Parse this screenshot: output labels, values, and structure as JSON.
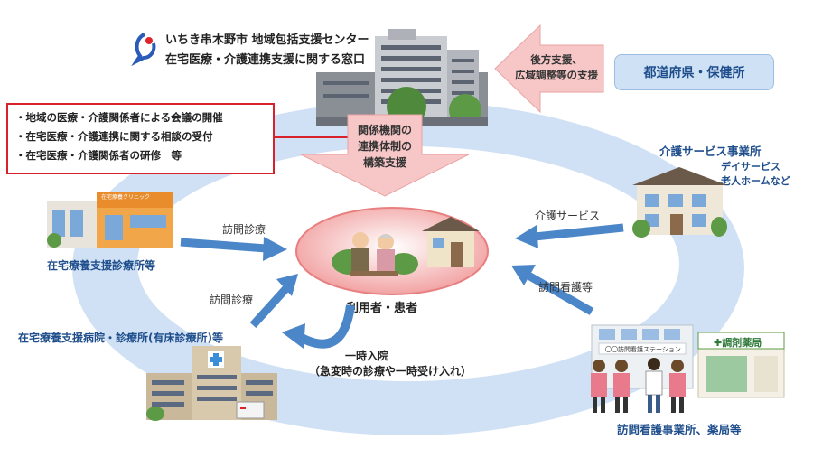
{
  "center": {
    "name_line1": "いちき串木野市 地域包括支援センター",
    "name_line2": "在宅医療・介護連携支援に関する窓口"
  },
  "duties": [
    "・地域の医療・介護関係者による会議の開催",
    "・在宅医療・介護連携に関する相談の受付",
    "・在宅医療・介護関係者の研修　等"
  ],
  "coordination": {
    "line1": "関係機関の",
    "line2": "連携体制の",
    "line3": "構築支援"
  },
  "backup_support": {
    "line1": "後方支援、",
    "line2": "広域調整等の支援"
  },
  "prefecture": "都道府県・保健所",
  "care_service_provider": {
    "title": "介護サービス事業所",
    "sub1": "デイサービス",
    "sub2": "老人ホームなど"
  },
  "clinic": {
    "label": "在宅療養支援診療所等",
    "sign": "在宅療養クリニック"
  },
  "hospital_label": "在宅療養支援病院・診療所(有床診療所)等",
  "nursing_label": "訪問看護事業所、薬局等",
  "nursing_sign": "〇〇訪問看護ステーション",
  "pharmacy_sign": "調剤薬局",
  "user_patient": "利用者・患者",
  "arrows": {
    "home_visit_1": "訪問診療",
    "home_visit_2": "訪問診療",
    "care_service": "介護サービス",
    "visit_nursing": "訪問看護等",
    "admission_line1": "一時入院",
    "admission_line2": "（急変時の診療や一時受け入れ）"
  },
  "colors": {
    "ring": "#a9c8ec",
    "ring_inner": "#ffffff",
    "arrow_blue": "#4a86c8",
    "pink_arrow": "#f7c6c6",
    "red_border": "#d8212a",
    "label_blue": "#1f4e8c",
    "center_bubble": "#f6b8b8"
  }
}
